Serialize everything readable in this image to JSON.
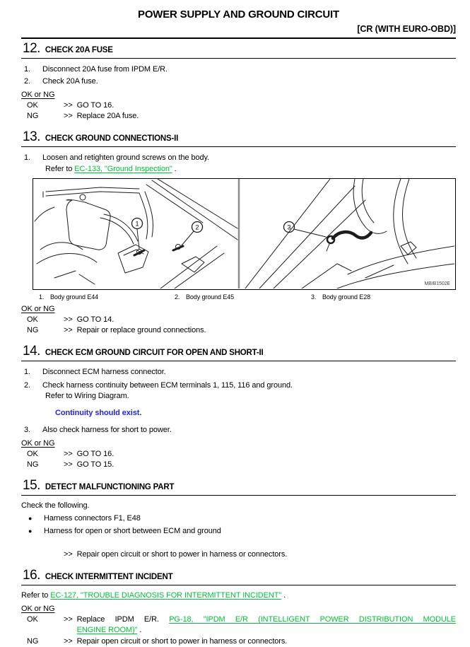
{
  "header": {
    "title": "POWER SUPPLY AND GROUND CIRCUIT",
    "context": "[CR (WITH EURO-OBD)]"
  },
  "colors": {
    "link_green": "#00c23a",
    "spec_blue": "#2222f0",
    "text": "#000000"
  },
  "s12": {
    "num": "12.",
    "title": "CHECK 20A FUSE",
    "steps": [
      {
        "n": "1.",
        "text": "Disconnect 20A fuse from IPDM E/R."
      },
      {
        "n": "2.",
        "text": "Check 20A fuse."
      }
    ],
    "okng": "OK or NG",
    "results": [
      {
        "label": "OK",
        "arrow": ">>",
        "text": "GO TO 16."
      },
      {
        "label": "NG",
        "arrow": ">>",
        "text": "Replace 20A fuse."
      }
    ]
  },
  "s13": {
    "num": "13.",
    "title": "CHECK GROUND CONNECTIONS-II",
    "step1_n": "1.",
    "step1_text": "Loosen and retighten ground screws on the body.",
    "refer_prefix": "Refer to ",
    "refer_link": "EC-133, \"Ground Inspection\"",
    "refer_suffix": " .",
    "okng": "OK or NG",
    "results": [
      {
        "label": "OK",
        "arrow": ">>",
        "text": "GO TO 14."
      },
      {
        "label": "NG",
        "arrow": ">>",
        "text": "Repair or replace ground connections."
      }
    ]
  },
  "figure": {
    "code": "MBIB1502E",
    "callouts": [
      "1",
      "2",
      "3"
    ],
    "captions": [
      {
        "n": "1.",
        "text": "Body ground E44"
      },
      {
        "n": "2.",
        "text": "Body ground E45"
      },
      {
        "n": "3.",
        "text": "Body ground E28"
      }
    ]
  },
  "s14": {
    "num": "14.",
    "title": "CHECK ECM GROUND CIRCUIT FOR OPEN AND SHORT-II",
    "step1_n": "1.",
    "step1_text": "Disconnect ECM harness connector.",
    "step2_n": "2.",
    "step2_text": "Check harness continuity between ECM terminals 1, 115, 116 and ground.",
    "step2_cont": "Refer to Wiring Diagram.",
    "spec": "Continuity should exist.",
    "step3_n": "3.",
    "step3_text": "Also check harness for short to power.",
    "okng": "OK or NG",
    "results": [
      {
        "label": "OK",
        "arrow": ">>",
        "text": "GO TO 16."
      },
      {
        "label": "NG",
        "arrow": ">>",
        "text": "GO TO 15."
      }
    ]
  },
  "s15": {
    "num": "15.",
    "title": "DETECT MALFUNCTIONING PART",
    "intro": "Check the following.",
    "bullet_glyph": "●",
    "bullets": [
      "Harness connectors F1, E48",
      "Harness for open or short between ECM and ground"
    ],
    "action_arrow": ">>",
    "action_text": "Repair open circuit or short to power in harness or connectors."
  },
  "s16": {
    "num": "16.",
    "title": "CHECK INTERMITTENT INCIDENT",
    "refer_prefix": "Refer to ",
    "refer_link": "EC-127, \"TROUBLE DIAGNOSIS FOR INTERMITTENT INCIDENT\"",
    "refer_suffix": " .",
    "okng": "OK or NG",
    "ok_label": "OK",
    "ok_arrow": ">>",
    "ok_text": "Replace IPDM E/R. ",
    "ok_link_1": "PG-18, \"IPDM E/R (INTELLIGENT POWER DISTRIBUTION MODULE",
    "ok_link_2": "ENGINE ROOM)\"",
    "ok_suffix": " .",
    "ng_label": "NG",
    "ng_arrow": ">>",
    "ng_text": "Repair open circuit or short to power in harness or connectors."
  }
}
